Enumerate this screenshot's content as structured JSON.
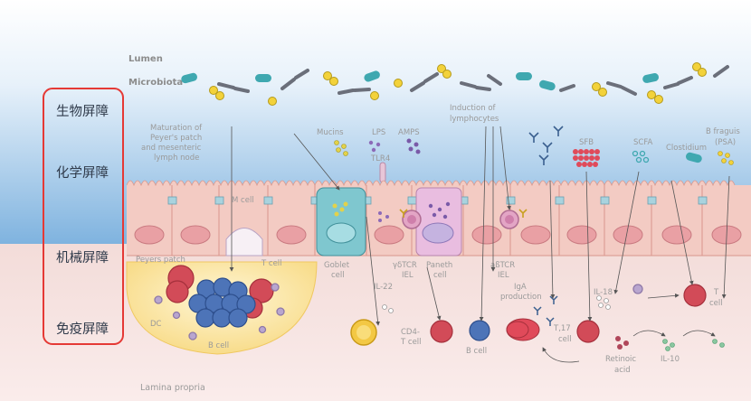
{
  "regions": {
    "lumen": "Lumen",
    "microbiota": "Microbiota",
    "lamina_propria": "Lamina propria"
  },
  "barriers": [
    "生物屏障",
    "化学屏障",
    "机械屏障",
    "免疫屏障"
  ],
  "labels": {
    "maturation": [
      "Maturation of",
      "Peyer's patch",
      "and mesenteric",
      "lymph node"
    ],
    "mucins": "Mucins",
    "lps": "LPS",
    "amps": "AMPS",
    "tlr4": "TLR4",
    "induction": [
      "Induction of",
      "lymphocytes"
    ],
    "sfb": "SFB",
    "scfa": "SCFA",
    "clostidium": "Clostidium",
    "b_fraguis": [
      "B fraguis",
      "(PSA)"
    ],
    "m_cell": "M cell",
    "peyers_patch": "Peyers patch",
    "t_cell_pp": "T cell",
    "dc": "DC",
    "b_cell_pp": "B cell",
    "goblet": [
      "Goblet",
      "cell"
    ],
    "gd_tcr": [
      "γδTCR",
      "IEL"
    ],
    "paneth": [
      "Paneth",
      "cell"
    ],
    "ab_tcr": [
      "aßTCR",
      "IEL"
    ],
    "il22": "IL-22",
    "iga": [
      "IgA",
      "production"
    ],
    "il18": "IL-18",
    "t_cell_right": [
      "T",
      "cell"
    ],
    "cd4": [
      "CD4-",
      "T cell"
    ],
    "b_cell": "B cell",
    "th17": [
      "T,17",
      "cell"
    ],
    "retinoic": [
      "Retinoic",
      "acid"
    ],
    "il10": "IL-10"
  },
  "colors": {
    "lumen_top": "#ffffff",
    "lumen_bottom": "#7fb3df",
    "lamina": "#f7e3e1",
    "barrier_box": "#e53935",
    "peyers": "#fbe7a8"
  }
}
